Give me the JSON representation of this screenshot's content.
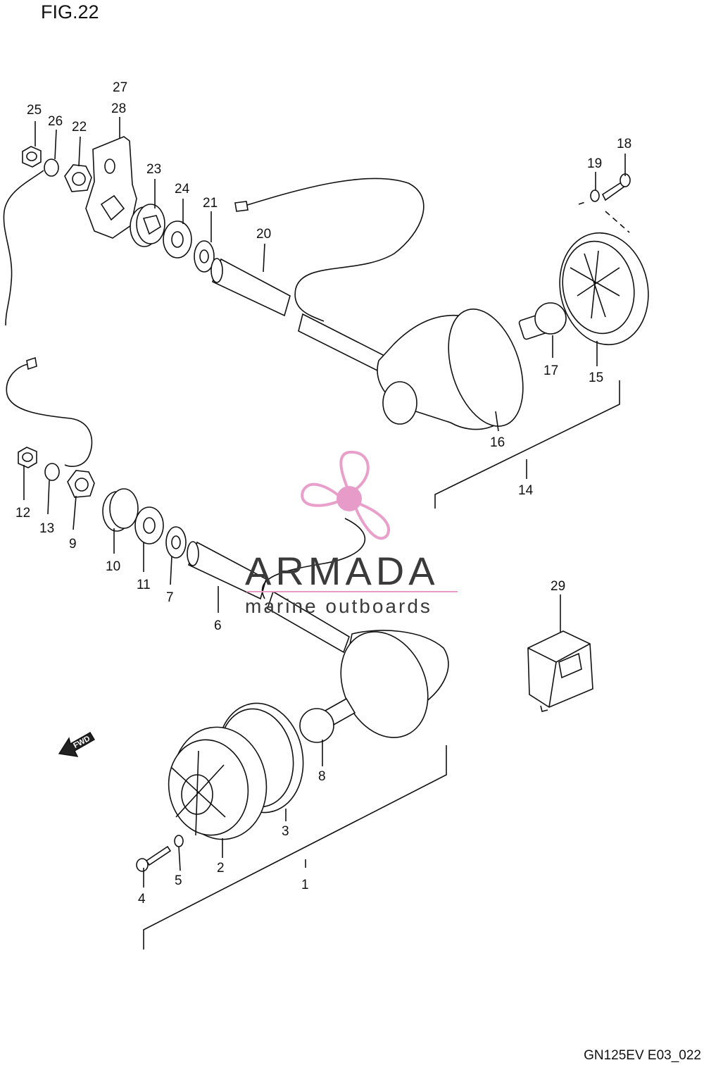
{
  "header": {
    "figure": "FIG.22"
  },
  "footer": {
    "code": "GN125EV E03_022"
  },
  "watermark": {
    "name": "ARMADA",
    "tagline": "marine outboards",
    "color": "#e79bc9"
  },
  "arrow": {
    "text": "FWD"
  },
  "callouts": [
    "1",
    "2",
    "3",
    "4",
    "5",
    "6",
    "7",
    "8",
    "9",
    "10",
    "11",
    "12",
    "13",
    "14",
    "15",
    "16",
    "17",
    "18",
    "19",
    "20",
    "21",
    "22",
    "23",
    "24",
    "25",
    "26",
    "27",
    "28",
    "29"
  ]
}
